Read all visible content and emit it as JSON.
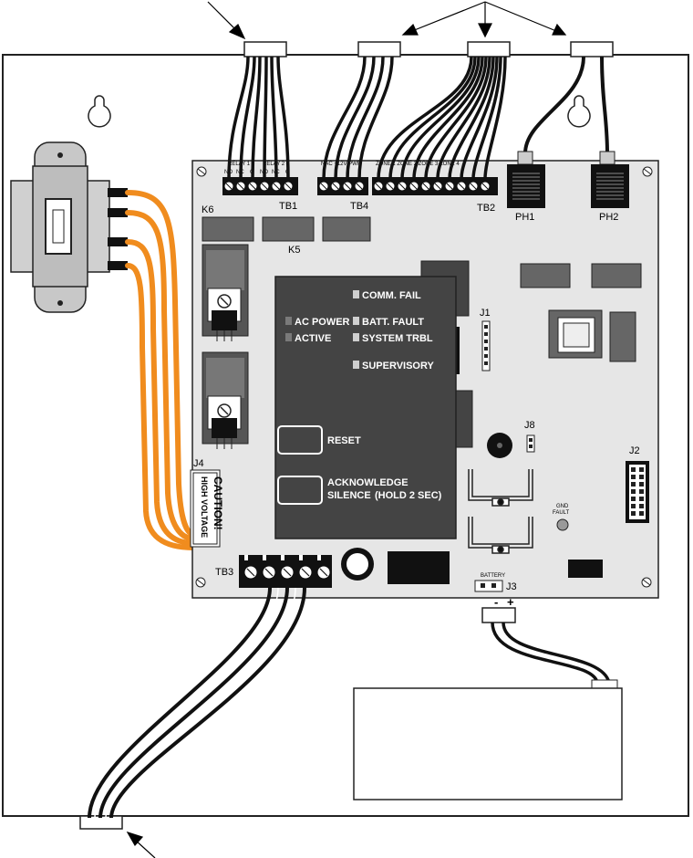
{
  "labels": {
    "tb1": "TB1",
    "tb4": "TB4",
    "tb2": "TB2",
    "tb3": "TB3",
    "k5": "K5",
    "k6": "K6",
    "ph1": "PH1",
    "ph2": "PH2",
    "j1": "J1",
    "j2": "J2",
    "j3": "J3",
    "j4": "J4",
    "j8": "J8",
    "battery": "BATTERY",
    "gnd_fault_line1": "GND",
    "gnd_fault_line2": "FAULT",
    "battery_minus": "-",
    "battery_plus": "+"
  },
  "tb1_headers": {
    "relay1": "RELAY 1",
    "relay2": "RELAY 2",
    "pins": [
      "NO",
      "NC",
      "C",
      "NO",
      "NC",
      "C"
    ]
  },
  "tb4_header": "NAC +12V PWR",
  "tb2_header": "ZONE 1 ZONE 2 ZONE 3 ZONE 4",
  "panel": {
    "ac_power": "AC POWER",
    "active": "ACTIVE",
    "comm_fail": "COMM. FAIL",
    "batt_fault": "BATT. FAULT",
    "system_trbl": "SYSTEM TRBL",
    "supervisory": "SUPERVISORY",
    "reset": "RESET",
    "ack_line1": "ACKNOWLEDGE",
    "ack_line2": "SILENCE",
    "ack_hint": "(HOLD 2 SEC)"
  },
  "caution": {
    "line1": "CAUTION!",
    "line2": "HIGH VOLTAGE"
  },
  "colors": {
    "board": "#e6e6e6",
    "panel": "#444444",
    "wire_orange": "#f08c1e",
    "wire_black": "#111111"
  }
}
